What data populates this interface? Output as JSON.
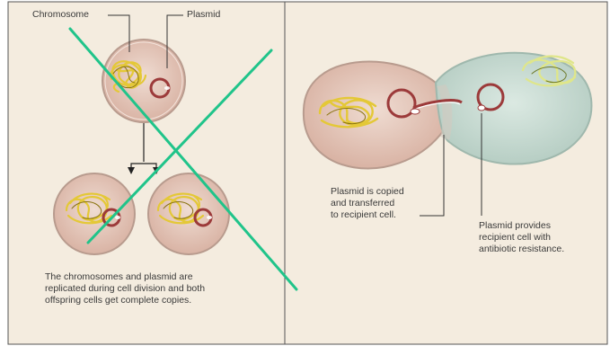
{
  "labels": {
    "chromosome": "Chromosome",
    "plasmid": "Plasmid"
  },
  "captions": {
    "division": [
      "The chromosomes and plasmid are",
      "replicated during cell division and both",
      "offspring cells get complete copies."
    ],
    "copied": [
      "Plasmid is copied",
      "and transferred",
      "to recipient cell."
    ],
    "resistance": [
      "Plasmid provides",
      "recipient cell with",
      "antibiotic resistance."
    ]
  },
  "colors": {
    "panel_bg": "#f4ecdf",
    "border": "#555555",
    "cell_fill": "#e9cfc3",
    "cell_stroke": "#b89b8e",
    "recipient_fill": "#cfe0d8",
    "chromosome": "#e4c837",
    "plasmid_ring": "#9c3a3a",
    "cross_mark": "#20c48a"
  }
}
